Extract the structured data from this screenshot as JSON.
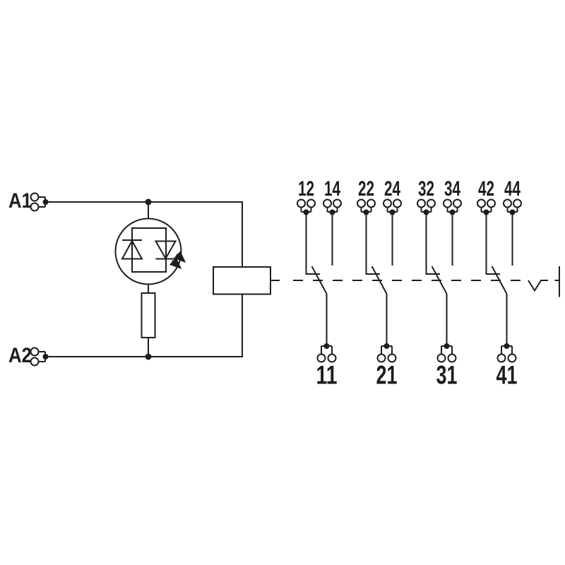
{
  "colors": {
    "line": "#1d1d1b",
    "background": "#ffffff"
  },
  "coil_terminals": {
    "a1": "A1",
    "a2": "A2"
  },
  "contact_groups": [
    {
      "nc_terminal": "12",
      "no_terminal": "14",
      "common_terminal": "11"
    },
    {
      "nc_terminal": "22",
      "no_terminal": "24",
      "common_terminal": "21"
    },
    {
      "nc_terminal": "32",
      "no_terminal": "34",
      "common_terminal": "31"
    },
    {
      "nc_terminal": "42",
      "no_terminal": "44",
      "common_terminal": "41"
    }
  ]
}
